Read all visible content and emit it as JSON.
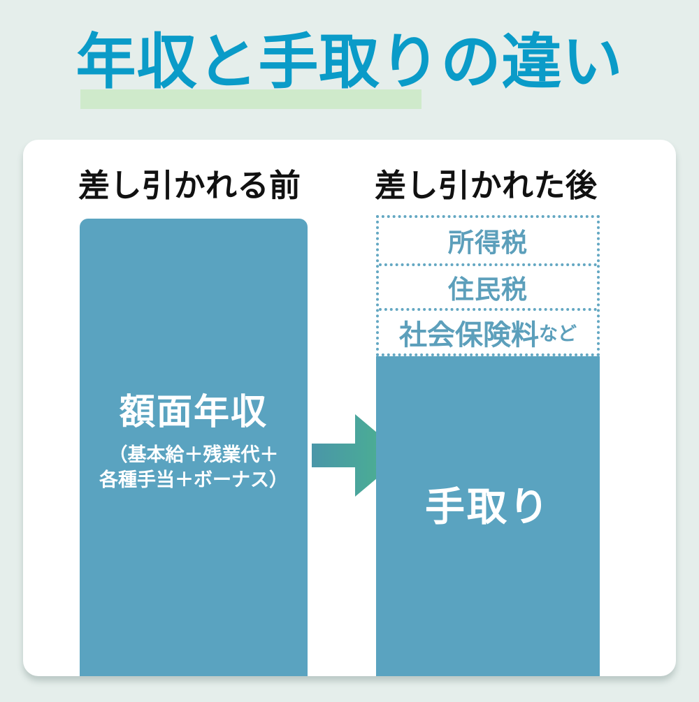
{
  "title": {
    "text": "年収と手取りの違い",
    "color": "#0a9bc8",
    "highlight_color": "#cfeacb"
  },
  "theme": {
    "background": "#e5eeeb",
    "card_background": "#ffffff",
    "bar_color": "#5aa3c0",
    "deduction_text_color": "#5c9fbb",
    "deduction_border_color": "#63a7c2",
    "arrow_start_color": "#4a96a8",
    "arrow_end_color": "#4fb588"
  },
  "columns": {
    "left": {
      "heading": "差し引かれる前",
      "bar_label": "額面年収",
      "bar_sublabel_line1": "（基本給＋残業代＋",
      "bar_sublabel_line2": "各種手当＋ボーナス）"
    },
    "right": {
      "heading": "差し引かれた後",
      "bar_label": "手取り",
      "deductions": [
        {
          "label": "所得税",
          "suffix": ""
        },
        {
          "label": "住民税",
          "suffix": ""
        },
        {
          "label": "社会保険料",
          "suffix": "など"
        }
      ]
    }
  },
  "arrow": {
    "icon": "arrow-right-icon",
    "direction": "right"
  }
}
